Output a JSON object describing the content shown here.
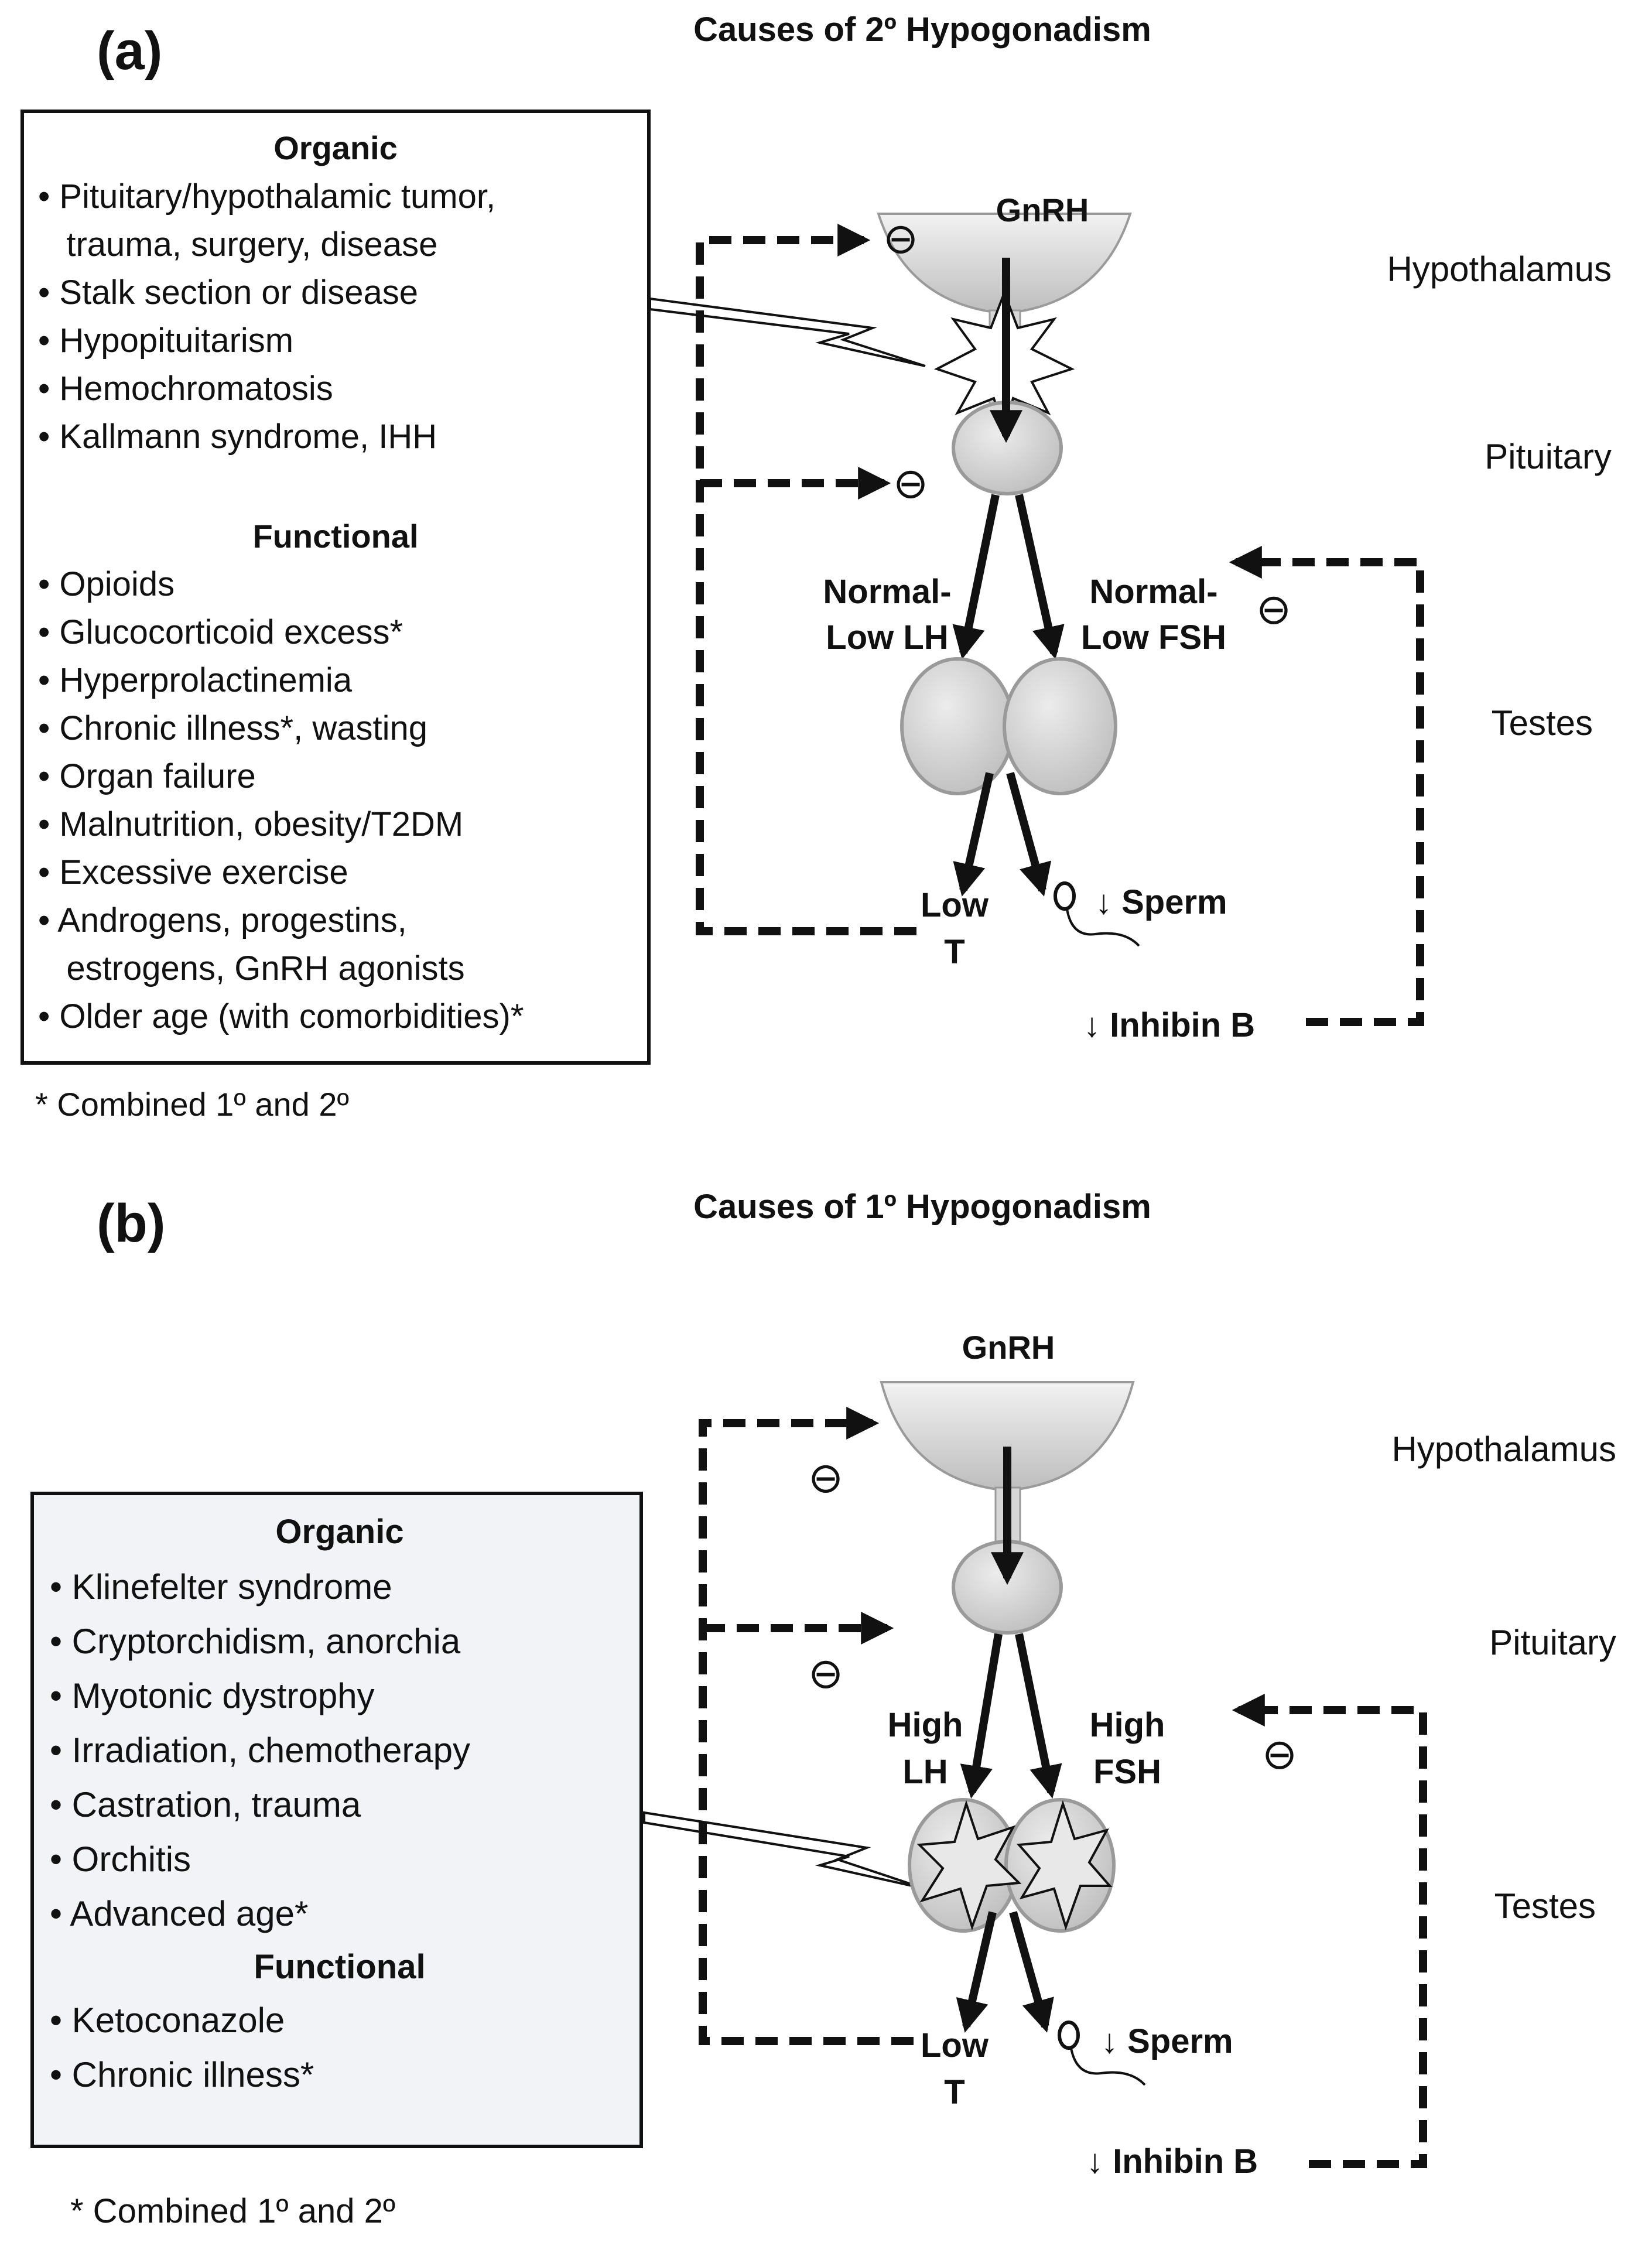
{
  "panel_a": {
    "letter": "(a)",
    "title": "Causes of 2º Hypogonadism",
    "organic_heading": "Organic",
    "organic_items": [
      "• Pituitary/hypothalamic tumor,",
      "   trauma, surgery, disease",
      "• Stalk section or disease",
      "• Hypopituitarism",
      "• Hemochromatosis",
      "• Kallmann syndrome, IHH"
    ],
    "functional_heading": "Functional",
    "functional_items": [
      "• Opioids",
      "• Glucocorticoid excess*",
      "• Hyperprolactinemia",
      "• Chronic illness*, wasting",
      "• Organ failure",
      "• Malnutrition, obesity/T2DM",
      "• Excessive exercise",
      "• Androgens, progestins,",
      "   estrogens, GnRH agonists",
      "• Older age (with comorbidities)*"
    ],
    "footnote": "* Combined 1º and 2º",
    "gnrh": "GnRH",
    "lh_line1": "Normal-",
    "lh_line2": "Low LH",
    "fsh_line1": "Normal-",
    "fsh_line2": "Low FSH",
    "low_t_line1": "Low",
    "low_t_line2": "T",
    "sperm": "↓ Sperm",
    "inhibin": "↓ Inhibin B",
    "minus": "⊖"
  },
  "panel_b": {
    "letter": "(b)",
    "title": "Causes of 1º Hypogonadism",
    "organic_heading": "Organic",
    "organic_items": [
      "• Klinefelter syndrome",
      "• Cryptorchidism, anorchia",
      "• Myotonic dystrophy",
      "• Irradiation, chemotherapy",
      "• Castration, trauma",
      "• Orchitis",
      "• Advanced age*"
    ],
    "functional_heading": "Functional",
    "functional_items": [
      "• Ketoconazole",
      "• Chronic illness*"
    ],
    "footnote": "* Combined 1º and 2º",
    "gnrh": "GnRH",
    "lh_line1": "High",
    "lh_line2": "LH",
    "fsh_line1": "High",
    "fsh_line2": "FSH",
    "low_t_line1": "Low",
    "low_t_line2": "T",
    "sperm": "↓ Sperm",
    "inhibin": "↓ Inhibin B",
    "minus": "⊖"
  },
  "levels": {
    "hypothalamus": "Hypothalamus",
    "pituitary": "Pituitary",
    "testes": "Testes"
  },
  "colors": {
    "ink": "#111111",
    "organ_fill": "#d6d6d6",
    "organ_stroke": "#9a9a9a",
    "box_b_fill": "#f1f3f6"
  }
}
